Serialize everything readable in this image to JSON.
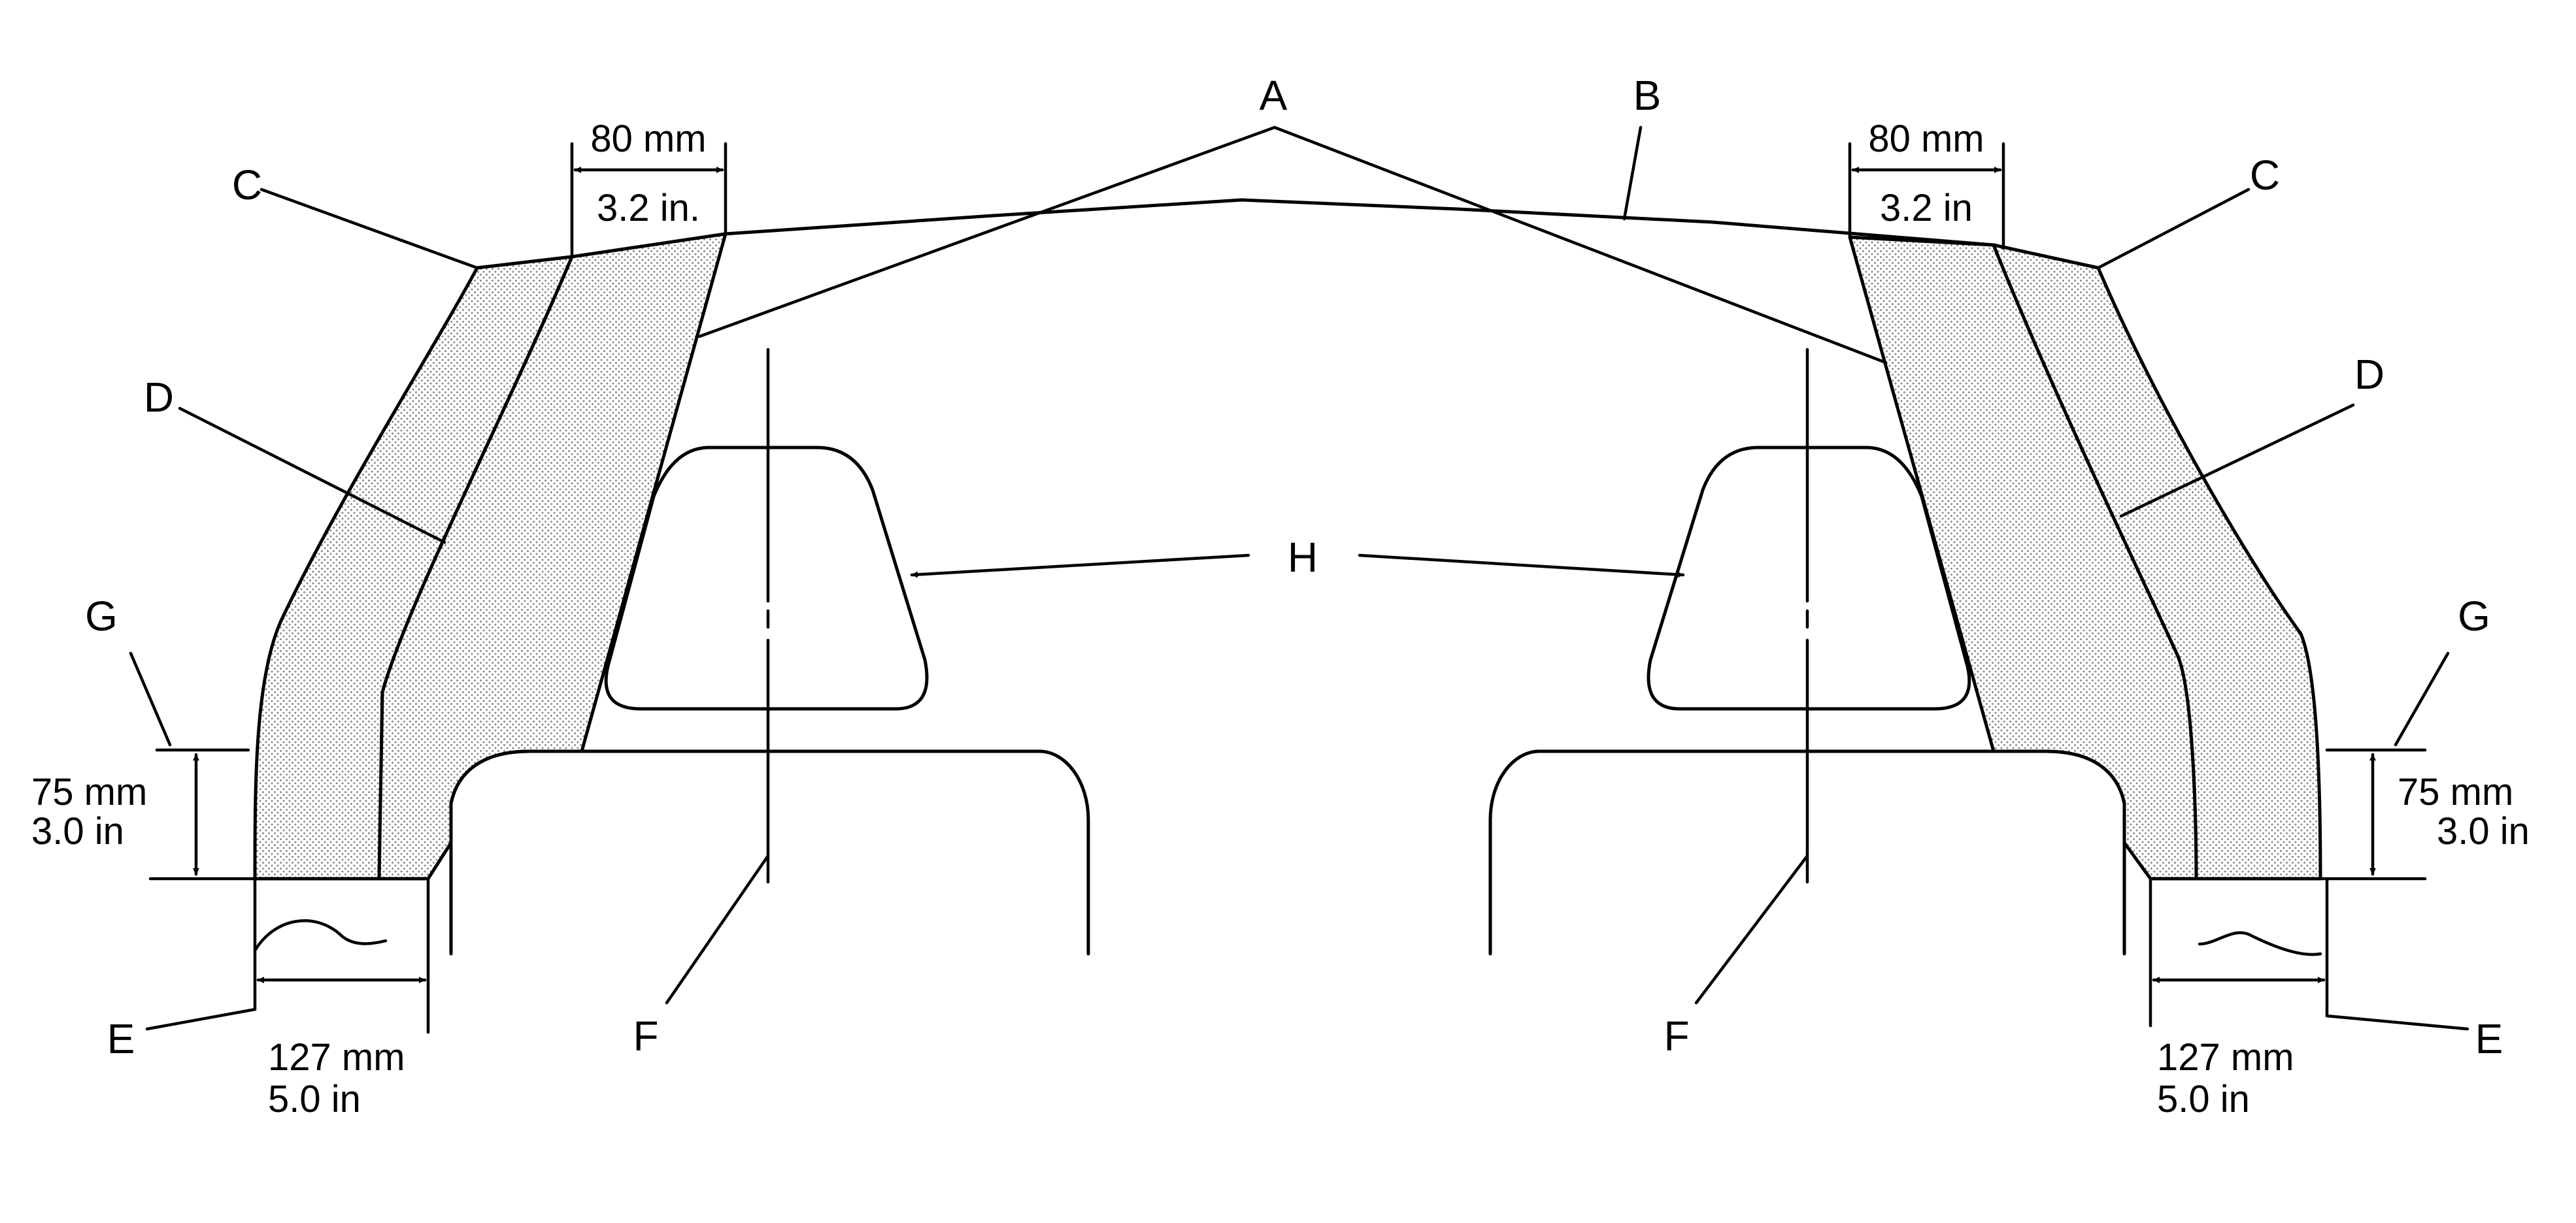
{
  "callouts": {
    "a": "A",
    "b": "B",
    "c": "C",
    "d": "D",
    "e": "E",
    "f": "F",
    "g": "G",
    "h": "H"
  },
  "dimensions": {
    "left_top_mm": "80 mm",
    "left_top_in": "3.2 in.",
    "right_top_mm": "80 mm",
    "right_top_in": "3.2 in",
    "height_mm": "75 mm",
    "height_in": "3.0 in",
    "width_mm": "127 mm",
    "width_in": "5.0 in"
  },
  "colors": {
    "line": "#000000",
    "stipple": "#8a8a8a",
    "background": "#ffffff"
  }
}
